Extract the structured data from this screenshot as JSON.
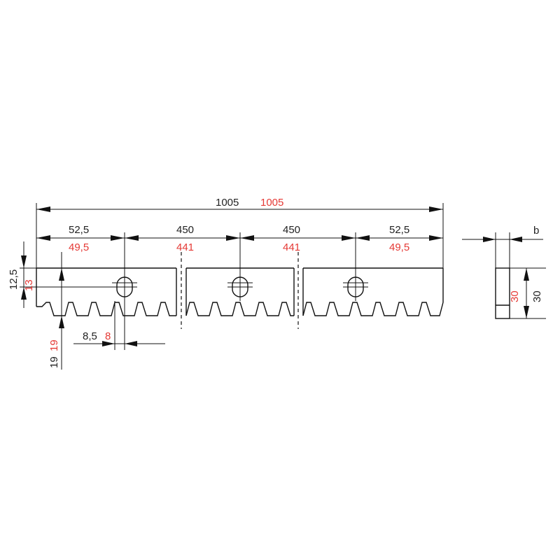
{
  "dimensions": {
    "total_length": {
      "black": "1005",
      "red": "1005"
    },
    "end_left": {
      "black": "52,5",
      "red": "49,5"
    },
    "middle_a": {
      "black": "450",
      "red": "441"
    },
    "middle_b": {
      "black": "450",
      "red": "441"
    },
    "end_right": {
      "black": "52,5",
      "red": "49,5"
    },
    "hole_height": {
      "black": "12,5",
      "red": "13"
    },
    "tooth_height": {
      "black": "19",
      "red": "19"
    },
    "hole_offset": {
      "black": "8,5",
      "red": "8"
    },
    "section_height": {
      "black": "30",
      "red": "30"
    },
    "width_label": "b"
  },
  "colors": {
    "line": "#111111",
    "red": "#e53935"
  }
}
